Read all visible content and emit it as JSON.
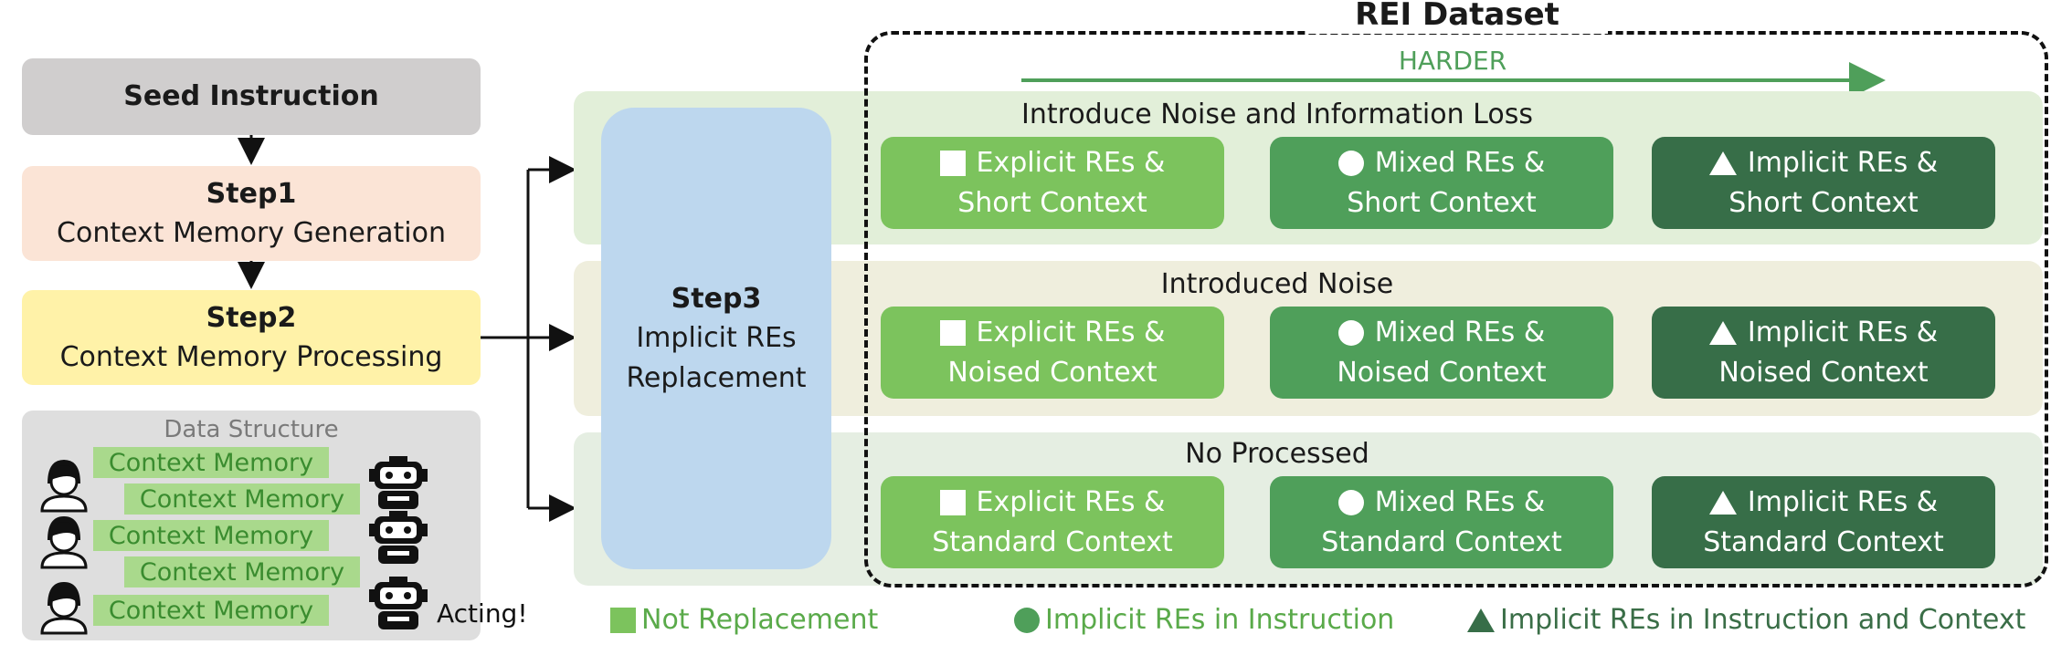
{
  "pipeline": {
    "seed": "Seed Instruction",
    "step1": {
      "title": "Step1",
      "subtitle": "Context Memory Generation"
    },
    "step2": {
      "title": "Step2",
      "subtitle": "Context Memory Processing"
    },
    "step3": {
      "title": "Step3",
      "line1": "Implicit REs",
      "line2": "Replacement"
    }
  },
  "data_structure": {
    "title": "Data Structure",
    "memory_label": "Context Memory",
    "acting_label": "Acting!"
  },
  "dataset": {
    "title": "REI Dataset",
    "difficulty_label": "HARDER",
    "bands": [
      {
        "label": "Introduce Noise and Information Loss",
        "color": "#e2efd9",
        "cells": [
          {
            "symbol": "square",
            "line1": "Explicit REs &",
            "line2": "Short Context"
          },
          {
            "symbol": "circle",
            "line1": "Mixed REs &",
            "line2": "Short Context"
          },
          {
            "symbol": "triangle",
            "line1": "Implicit REs &",
            "line2": "Short Context"
          }
        ]
      },
      {
        "label": "Introduced Noise",
        "color": "#efeedd",
        "cells": [
          {
            "symbol": "square",
            "line1": "Explicit REs &",
            "line2": "Noised Context"
          },
          {
            "symbol": "circle",
            "line1": "Mixed REs &",
            "line2": "Noised Context"
          },
          {
            "symbol": "triangle",
            "line1": "Implicit REs &",
            "line2": "Noised Context"
          }
        ]
      },
      {
        "label": "No Processed",
        "color": "#e5eee2",
        "cells": [
          {
            "symbol": "square",
            "line1": "Explicit REs &",
            "line2": "Standard Context"
          },
          {
            "symbol": "circle",
            "line1": "Mixed REs &",
            "line2": "Standard Context"
          },
          {
            "symbol": "triangle",
            "line1": "Implicit REs &",
            "line2": "Standard Context"
          }
        ]
      }
    ]
  },
  "legend": {
    "square": "Not Replacement",
    "circle": "Implicit REs in Instruction",
    "triangle": "Implicit REs in Instruction and Context"
  },
  "colors": {
    "seed": "#d0cece",
    "step1": "#fbe4d6",
    "step2": "#fff2a8",
    "step3": "#bdd7ee",
    "data_structure": "#dedede",
    "easy": "#7cc35d",
    "mixed": "#4f9f5a",
    "implicit": "#376e48",
    "accent": "#5aaa4a"
  },
  "icons": [
    "user-icon",
    "robot-icon",
    "arrow-icon",
    "square-icon",
    "circle-icon",
    "triangle-icon"
  ]
}
